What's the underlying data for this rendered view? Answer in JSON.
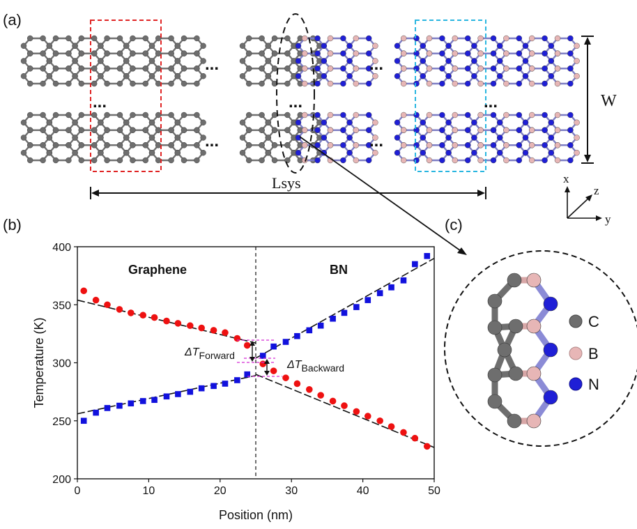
{
  "panels": {
    "a": {
      "label": "(a)",
      "dots": "...",
      "width_label": "W",
      "length_label": "Lsys",
      "axes": {
        "x": "x",
        "y": "y",
        "z": "z"
      },
      "colors": {
        "carbon": "#6e6e6e",
        "boron": "#e7b6b6",
        "nitrogen": "#1f1fd6",
        "left_box": "#e02424",
        "right_box": "#29b6e0"
      }
    },
    "b": {
      "label": "(b)",
      "region_left": "Graphene",
      "region_right": "BN",
      "dt_forward": {
        "symbol": "ΔT",
        "sub": "Forward"
      },
      "dt_backward": {
        "symbol": "ΔT",
        "sub": "Backward"
      }
    },
    "c": {
      "label": "(c)",
      "legend": [
        {
          "text": "C",
          "color": "#6e6e6e"
        },
        {
          "text": "B",
          "color": "#e7b6b6"
        },
        {
          "text": "N",
          "color": "#1f1fd6"
        }
      ]
    }
  },
  "chart_data": {
    "type": "scatter",
    "xlabel": "Position (nm)",
    "ylabel": "Temperature (K)",
    "xlim": [
      0,
      50
    ],
    "ylim": [
      200,
      400
    ],
    "xticks": [
      0,
      10,
      20,
      30,
      40,
      50
    ],
    "yticks": [
      200,
      250,
      300,
      350,
      400
    ],
    "interface_x": 25,
    "series": [
      {
        "marker": "circle",
        "color": "#ee1111",
        "x": [
          0.9,
          2.6,
          4.2,
          5.9,
          7.5,
          9.2,
          10.8,
          12.5,
          14.1,
          15.8,
          17.4,
          19.1,
          20.7,
          22.4,
          23.8,
          26.0,
          27.5,
          29.2,
          30.8,
          32.5,
          34.1,
          35.8,
          37.4,
          39.1,
          40.7,
          42.4,
          44.0,
          45.7,
          47.3,
          49.0
        ],
        "y": [
          362,
          354,
          350,
          346,
          343,
          341,
          339,
          336,
          334,
          332,
          330,
          328,
          326,
          321,
          315,
          299,
          293,
          287,
          282,
          277,
          272,
          267,
          263,
          258,
          254,
          250,
          245,
          240,
          235,
          228
        ]
      },
      {
        "marker": "square",
        "color": "#1111dd",
        "x": [
          0.9,
          2.6,
          4.2,
          5.9,
          7.5,
          9.2,
          10.8,
          12.5,
          14.1,
          15.8,
          17.4,
          19.1,
          20.7,
          22.4,
          23.8,
          26.0,
          27.5,
          29.2,
          30.8,
          32.5,
          34.1,
          35.8,
          37.4,
          39.1,
          40.7,
          42.4,
          44.0,
          45.7,
          47.3,
          49.0
        ],
        "y": [
          250,
          257,
          261,
          263,
          265,
          267,
          268,
          271,
          273,
          275,
          278,
          280,
          282,
          285,
          290,
          306,
          314,
          318,
          323,
          328,
          332,
          338,
          343,
          348,
          354,
          360,
          365,
          371,
          385,
          392
        ]
      }
    ],
    "fit_lines": [
      {
        "color": "#111111",
        "x": [
          0,
          25
        ],
        "y": [
          354,
          317
        ]
      },
      {
        "color": "#111111",
        "x": [
          25,
          50
        ],
        "y": [
          290,
          227
        ]
      },
      {
        "color": "#111111",
        "x": [
          0,
          25
        ],
        "y": [
          256,
          289
        ]
      },
      {
        "color": "#111111",
        "x": [
          25,
          50
        ],
        "y": [
          304,
          390
        ]
      }
    ]
  }
}
